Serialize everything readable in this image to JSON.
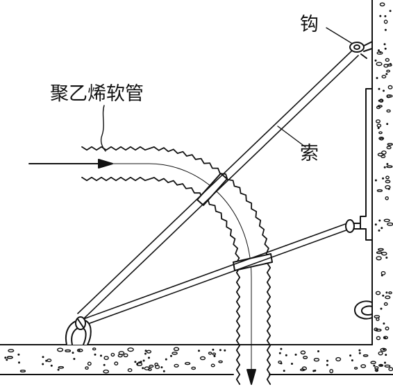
{
  "labels": {
    "hose": "聚乙烯软管",
    "hook": "钩",
    "rope": "索"
  },
  "colors": {
    "ink": "#111111",
    "background": "#ffffff"
  }
}
